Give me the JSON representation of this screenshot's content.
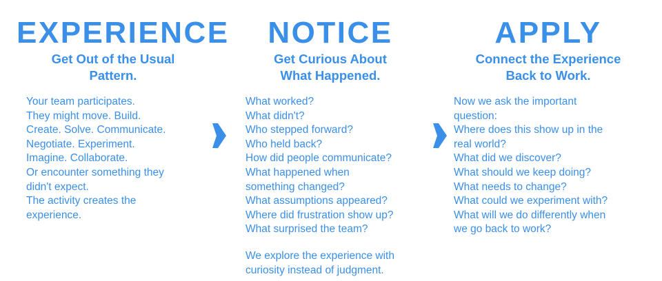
{
  "colors": {
    "accent": "#3a8fe8",
    "background": "#ffffff"
  },
  "experience": {
    "heading": "EXPERIENCE",
    "subheading": [
      "Get Out of the Usual",
      "Pattern."
    ],
    "lines": [
      "Your team participates.",
      "They might move. Build.",
      "Create. Solve. Communicate.",
      "Negotiate. Experiment.",
      "Imagine. Collaborate.",
      "Or encounter something they",
      "didn't expect.",
      "The activity creates the",
      "experience."
    ]
  },
  "notice": {
    "heading": "NOTICE",
    "subheading": [
      "Get Curious About",
      "What Happened."
    ],
    "lines": [
      "What worked?",
      "What didn't?",
      "Who stepped forward?",
      "Who held back?",
      "How did people communicate?",
      "What happened when",
      "something changed?",
      "What assumptions appeared?",
      "Where did frustration show up?",
      "What surprised the team?"
    ],
    "closing": [
      "We explore the experience with",
      "curiosity instead of judgment."
    ]
  },
  "apply": {
    "heading": "APPLY",
    "subheading": [
      "Connect the Experience",
      "Back to Work."
    ],
    "lines": [
      "Now we ask the important",
      "question:",
      "Where does this show up in the",
      "real world?",
      "What did we discover?",
      "What should we keep doing?",
      "What needs to change?",
      "What could we experiment with?",
      "What will we do differently when",
      "we go back to work?"
    ]
  },
  "icons": {
    "arrow_1": "arrow-right-icon",
    "arrow_2": "arrow-right-icon"
  }
}
